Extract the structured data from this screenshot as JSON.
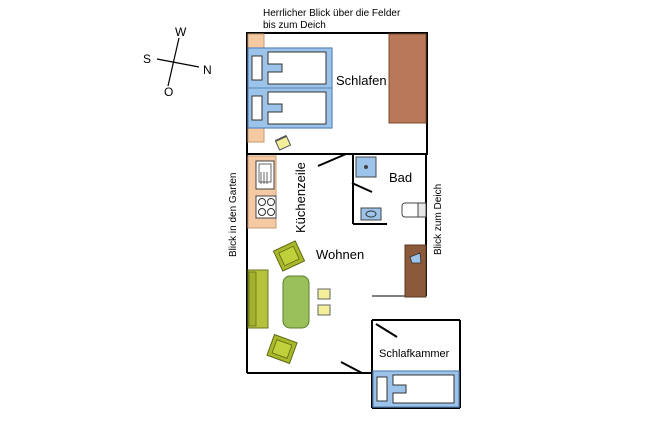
{
  "compass": {
    "west": "W",
    "south": "S",
    "north": "N",
    "east": "O"
  },
  "notes": {
    "view_fields_line1": "Herrlicher Blick über die Felder",
    "view_fields_line2": "bis zum Deich",
    "view_garden": "Blick in den Garten",
    "view_dike": "Blick zum Deich"
  },
  "rooms": {
    "bedroom": "Schlafen",
    "kitchenette": "Küchenzeile",
    "bath": "Bad",
    "living": "Wohnen",
    "small_bedroom": "Schlafkammer"
  },
  "colors": {
    "wall": "#000000",
    "bed": "#9cc4ea",
    "nightstand": "#f5c9a2",
    "wardrobe": "#b9785a",
    "sideboard": "#8b5a3a",
    "chair": "#f3ef9a",
    "armchair": "#a8b82a",
    "sofa": "#b4c23c",
    "table": "#99c05a",
    "kitchen": "#f5c9a2"
  }
}
